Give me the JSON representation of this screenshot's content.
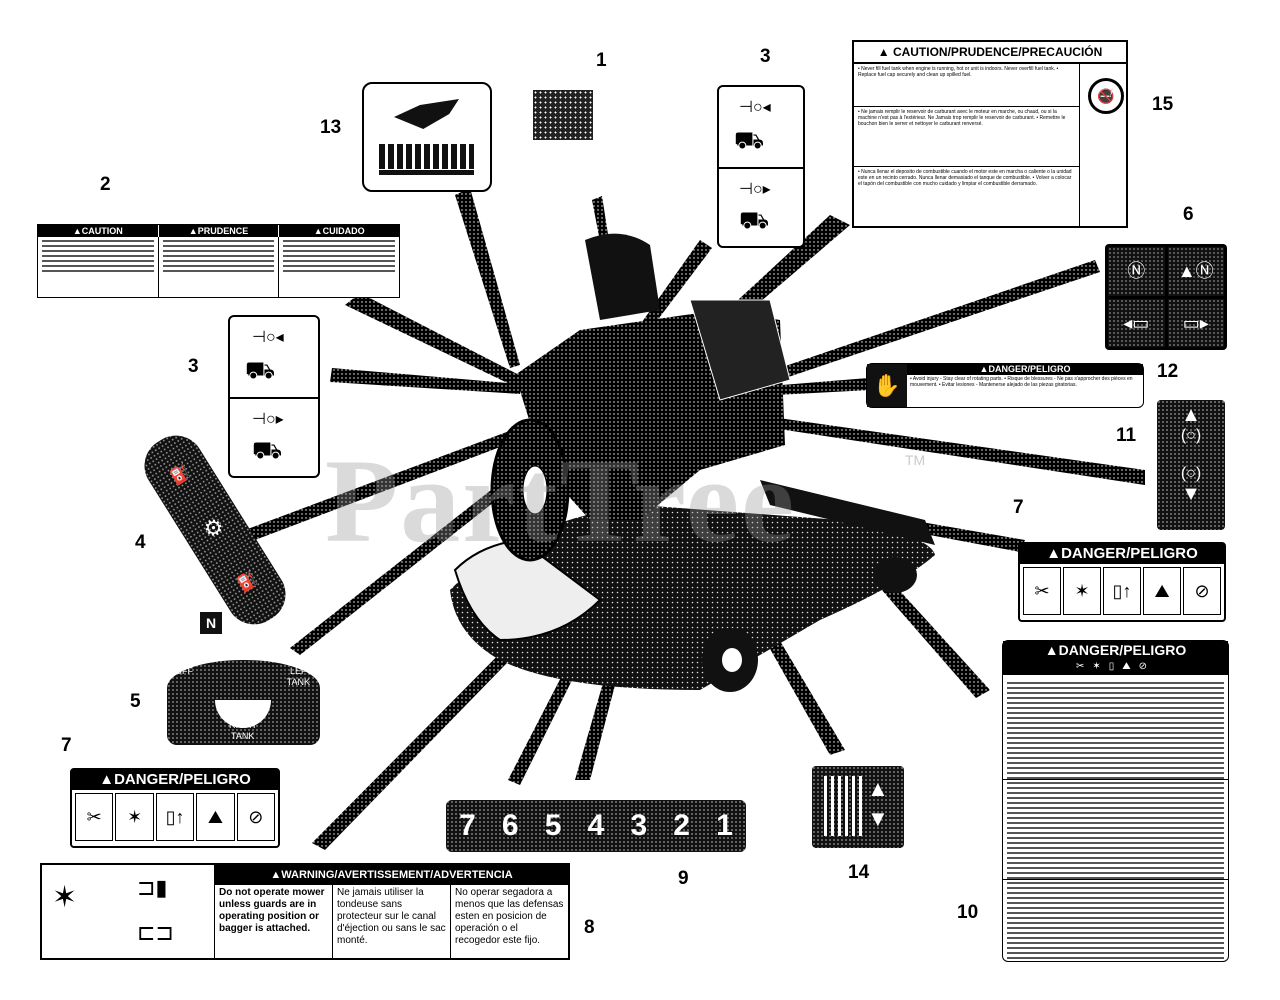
{
  "callouts": [
    {
      "id": "1",
      "label": "1"
    },
    {
      "id": "2",
      "label": "2"
    },
    {
      "id": "3a",
      "label": "3"
    },
    {
      "id": "3b",
      "label": "3"
    },
    {
      "id": "4",
      "label": "4"
    },
    {
      "id": "5",
      "label": "5"
    },
    {
      "id": "6",
      "label": "6"
    },
    {
      "id": "7a",
      "label": "7"
    },
    {
      "id": "7b",
      "label": "7"
    },
    {
      "id": "8",
      "label": "8"
    },
    {
      "id": "9",
      "label": "9"
    },
    {
      "id": "10",
      "label": "10"
    },
    {
      "id": "11",
      "label": "11"
    },
    {
      "id": "12",
      "label": "12"
    },
    {
      "id": "13",
      "label": "13"
    },
    {
      "id": "14",
      "label": "14"
    },
    {
      "id": "15",
      "label": "15"
    }
  ],
  "decal15": {
    "header": "CAUTION/PRUDENCE/PRECAUCIÓN",
    "en": "• Never fill fuel tank when engine is running, hot or unit is indoors. Never overfill fuel tank. • Replace fuel cap securely and clean up spilled fuel.",
    "fr": "• Ne jamais remplir le reservoir de carburant avec le moteur en marche, ou chaud, ou si la machine n'est pas à l'extérieur. Ne Jamais trop remplir le reservoir de carburant. • Remettre le bouchon bien le serrer et nettoyer le carburant renversé.",
    "es": "• Nunca llenar el deposito de combustible cuando el motor este en marcha o caliente o la unidad este en un recinto cerrado. Nunca llenar demasiado el tanque de combustible. • Volver a colocar el tapón del combustible con mucho cuidado y limpiar el combustible derramado."
  },
  "decal2": {
    "headers": [
      "CAUTION",
      "PRUDENCE",
      "CUIDADO"
    ]
  },
  "decal5": {
    "off": "OFF",
    "left": "LEFT",
    "tank_left": "TANK",
    "right": "RIGHT",
    "tank_right": "TANK"
  },
  "decal7": {
    "header": "DANGER/PELIGRO"
  },
  "decal8": {
    "header": "WARNING/AVERTISSEMENT/ADVERTENCIA",
    "en": "Do not operate mower unless guards are in operating position or bagger is attached.",
    "fr": "Ne jamais utiliser la tondeuse sans protecteur sur le canal d'éjection ou sans le sac monté.",
    "es": "No operar segadora a menos que las defensas esten en posicion de operación o el recogedor este fijo."
  },
  "decal9": {
    "digits": [
      "7",
      "6",
      "5",
      "4",
      "3",
      "2",
      "1"
    ]
  },
  "decal10": {
    "header": "DANGER/PELIGRO"
  },
  "decal12": {
    "header": "DANGER/PELIGRO",
    "text": "• Avoid injury - Stay clear of rotating parts. • Risque de blessures - Ne pas s'approcher des pièces en mouvement. • Evitar lesiones - Mantenerse alejado de las piezas giratorias."
  },
  "watermark": {
    "text": "PartTree",
    "tm": "TM"
  },
  "colors": {
    "ink": "#000000",
    "paper": "#ffffff",
    "watermark": "#969696"
  }
}
